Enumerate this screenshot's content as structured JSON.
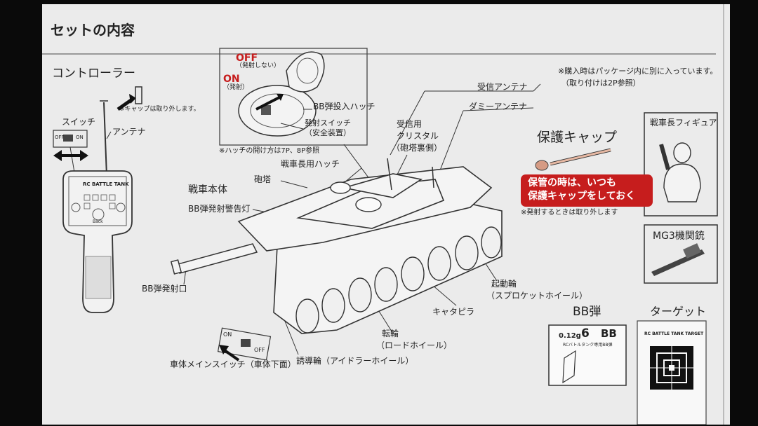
{
  "title": "セットの内容",
  "controller": {
    "heading": "コントローラー",
    "cap_note": "※キャップは取り外します。",
    "switch_label": "スイッチ",
    "antenna_label": "アンテナ",
    "switch_off": "OFF",
    "switch_on": "ON",
    "brand": "RC BATTLE TANK",
    "back_label": "Back"
  },
  "hatch": {
    "off": "OFF",
    "off_sub": "（発射しない）",
    "on": "ON",
    "on_sub": "（発射）",
    "bb_hatch": "BB弾投入ハッチ",
    "fire_switch": "発射スイッチ",
    "fire_switch_sub": "（安全装置）",
    "note": "※ハッチの開け方は7P、8P参照"
  },
  "package_note": "※購入時はパッケージ内に別に入っています。",
  "package_note2": "（取り付けは2P参照）",
  "tank": {
    "body_label": "戦車本体",
    "receiver_antenna": "受信アンテナ",
    "dummy_antenna": "ダミーアンテナ",
    "crystal": "受信用",
    "crystal2": "クリスタル",
    "crystal3": "（砲塔裏側）",
    "commander_hatch": "戦車長用ハッチ",
    "turret": "砲塔",
    "warning_light": "BB弾発射警告灯",
    "muzzle": "BB弾発射口",
    "sprocket": "起動輪",
    "sprocket2": "（スプロケットホイール）",
    "track": "キャタピラ",
    "road_wheel": "転輪",
    "road_wheel2": "（ロードホイール）",
    "idler": "誘導輪（アイドラーホイール）",
    "main_switch": "車体メインスイッチ（車体下面）",
    "sw_on": "ON",
    "sw_off": "OFF"
  },
  "cap": {
    "heading": "保護キャップ",
    "warn1": "保管の時は、いつも",
    "warn2": "保護キャップをしておく",
    "note": "※発射するときは取り外します"
  },
  "figure": {
    "heading": "戦車長フィギュア"
  },
  "mg": {
    "heading": "MG3機関銃"
  },
  "bb": {
    "heading": "BB弾",
    "weight": "0.12g",
    "size": "6",
    "unit": "BB",
    "sub": "RCバトルタンク専用BB弾"
  },
  "target": {
    "heading": "ターゲット",
    "label": "RC BATTLE TANK TARGET"
  }
}
